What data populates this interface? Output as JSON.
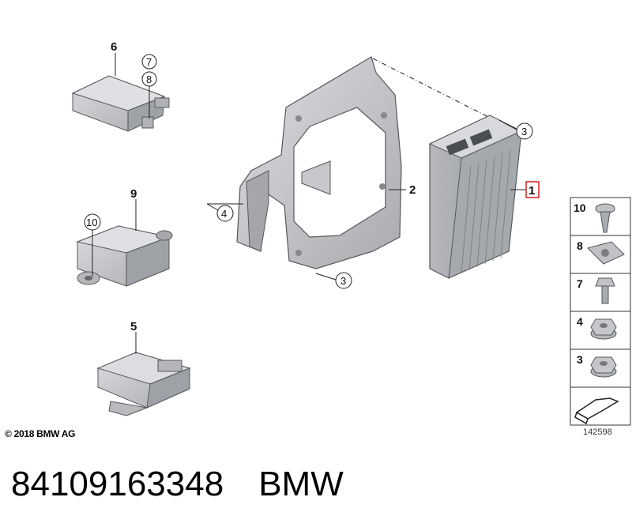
{
  "labels": {
    "p1": "1",
    "p2": "2",
    "p3a": "3",
    "p3b": "3",
    "p4": "4",
    "p5": "5",
    "p6": "6",
    "p7": "7",
    "p8": "8",
    "p9": "9",
    "p10": "10"
  },
  "legend": [
    {
      "num": "10",
      "icon": "screw-icon"
    },
    {
      "num": "8",
      "icon": "clip-nut-icon"
    },
    {
      "num": "7",
      "icon": "bolt-icon"
    },
    {
      "num": "4",
      "icon": "flange-nut-icon"
    },
    {
      "num": "3",
      "icon": "hex-nut-icon"
    },
    {
      "num": "",
      "icon": "arrow-icon"
    }
  ],
  "copyright": "© 2018 BMW AG",
  "image_number": "142598",
  "caption": {
    "part_number": "84109163348",
    "brand": "BMW"
  },
  "colors": {
    "part_fill": "#c8c9cc",
    "part_stroke": "#55585c",
    "highlight": "#d42020"
  }
}
